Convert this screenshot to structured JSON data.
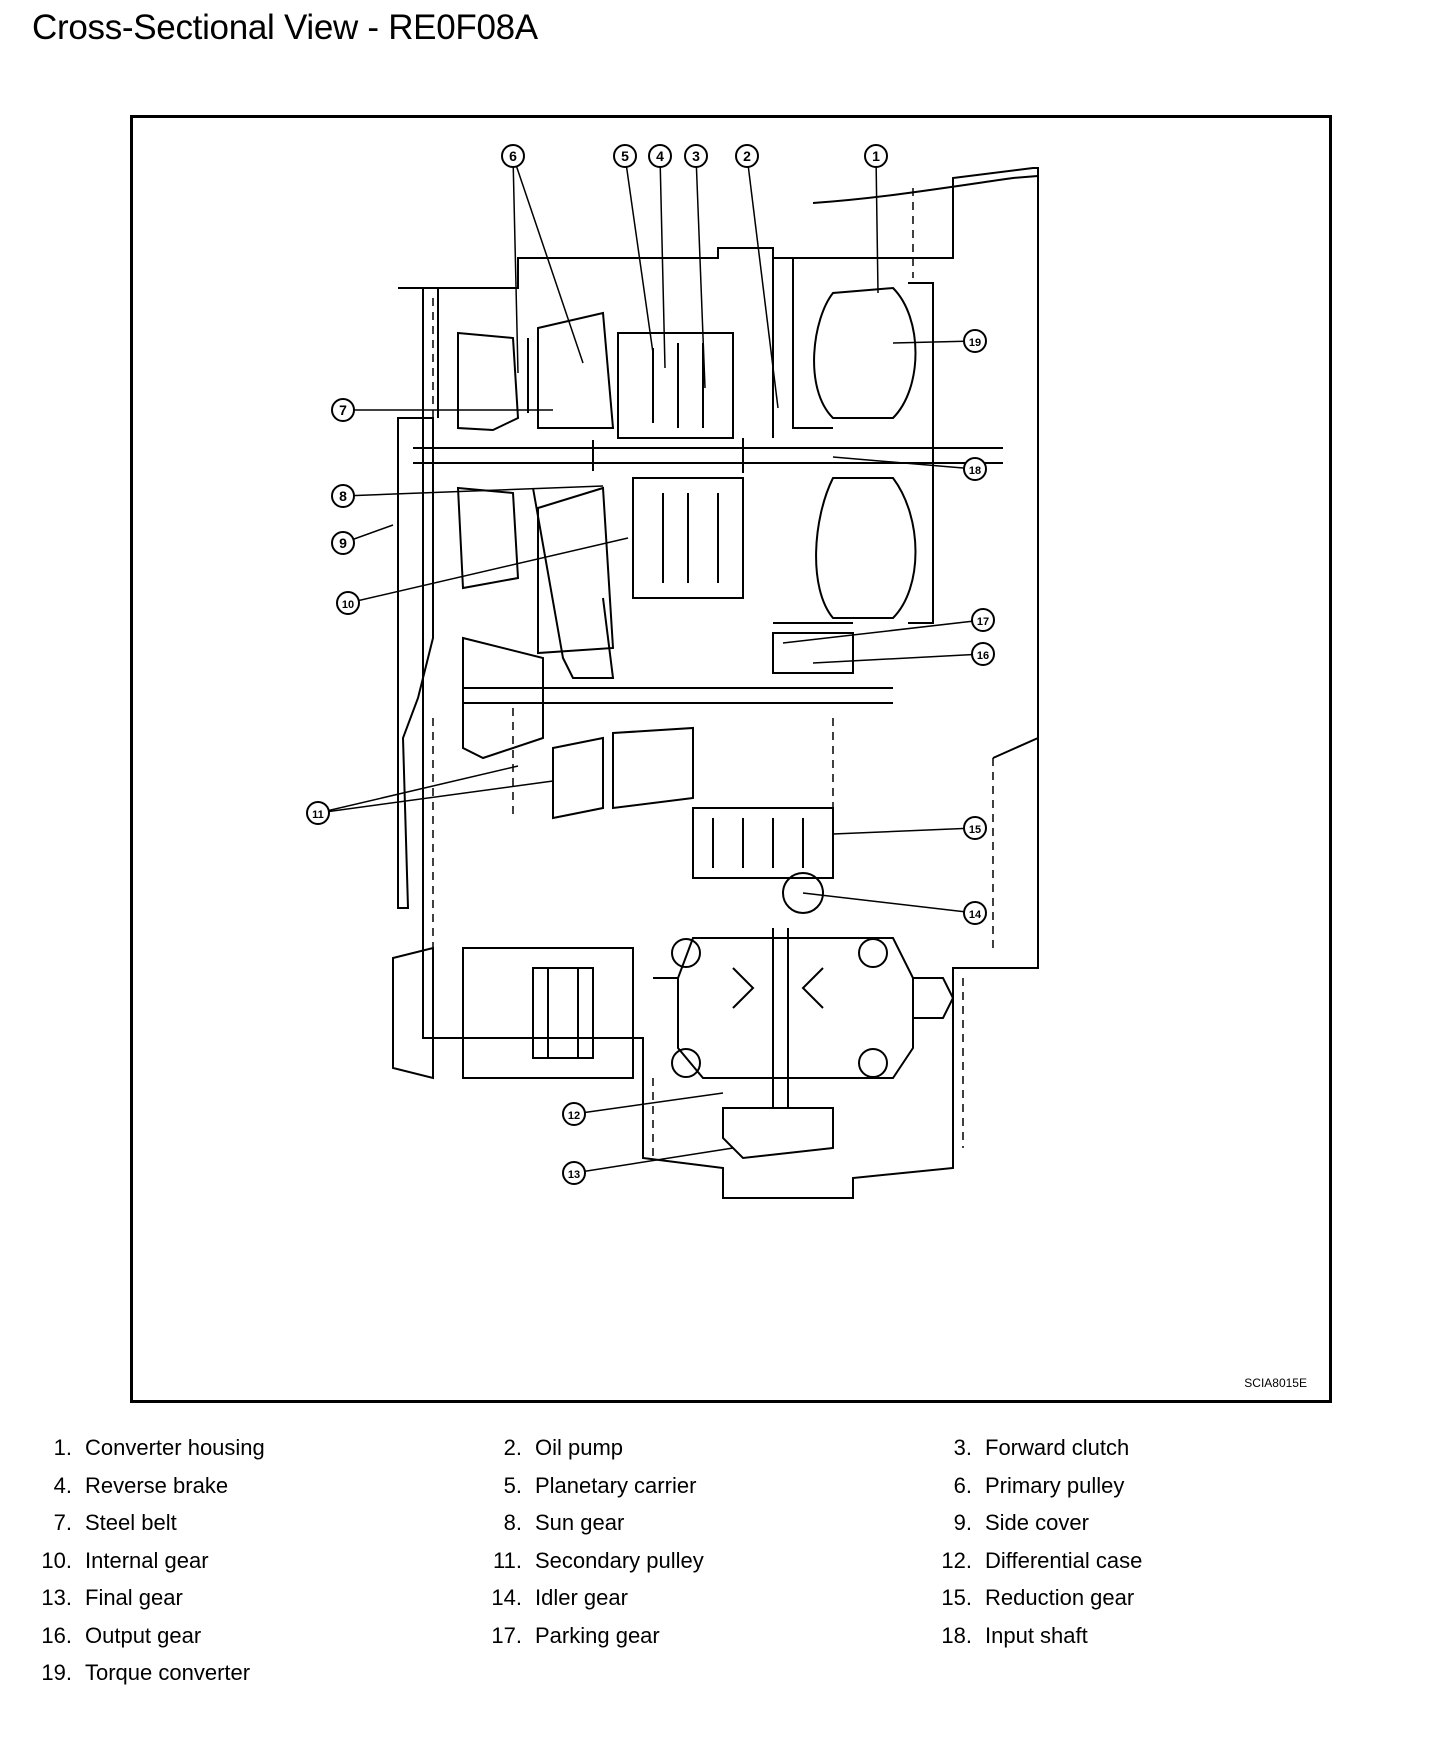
{
  "page": {
    "title": "Cross-Sectional View - RE0F08A",
    "figure_code": "SCIA8015E"
  },
  "callouts": [
    "1",
    "2",
    "3",
    "4",
    "5",
    "6",
    "7",
    "8",
    "9",
    "10",
    "11",
    "12",
    "13",
    "14",
    "15",
    "16",
    "17",
    "18",
    "19"
  ],
  "legend": [
    {
      "num": "1.",
      "label": "Converter housing"
    },
    {
      "num": "2.",
      "label": "Oil pump"
    },
    {
      "num": "3.",
      "label": "Forward clutch"
    },
    {
      "num": "4.",
      "label": "Reverse brake"
    },
    {
      "num": "5.",
      "label": "Planetary carrier"
    },
    {
      "num": "6.",
      "label": "Primary pulley"
    },
    {
      "num": "7.",
      "label": "Steel belt"
    },
    {
      "num": "8.",
      "label": "Sun gear"
    },
    {
      "num": "9.",
      "label": "Side cover"
    },
    {
      "num": "10.",
      "label": "Internal gear"
    },
    {
      "num": "11.",
      "label": "Secondary pulley"
    },
    {
      "num": "12.",
      "label": "Differential case"
    },
    {
      "num": "13.",
      "label": "Final gear"
    },
    {
      "num": "14.",
      "label": "Idler gear"
    },
    {
      "num": "15.",
      "label": "Reduction gear"
    },
    {
      "num": "16.",
      "label": "Output gear"
    },
    {
      "num": "17.",
      "label": "Parking gear"
    },
    {
      "num": "18.",
      "label": "Input shaft"
    },
    {
      "num": "19.",
      "label": "Torque converter"
    }
  ]
}
